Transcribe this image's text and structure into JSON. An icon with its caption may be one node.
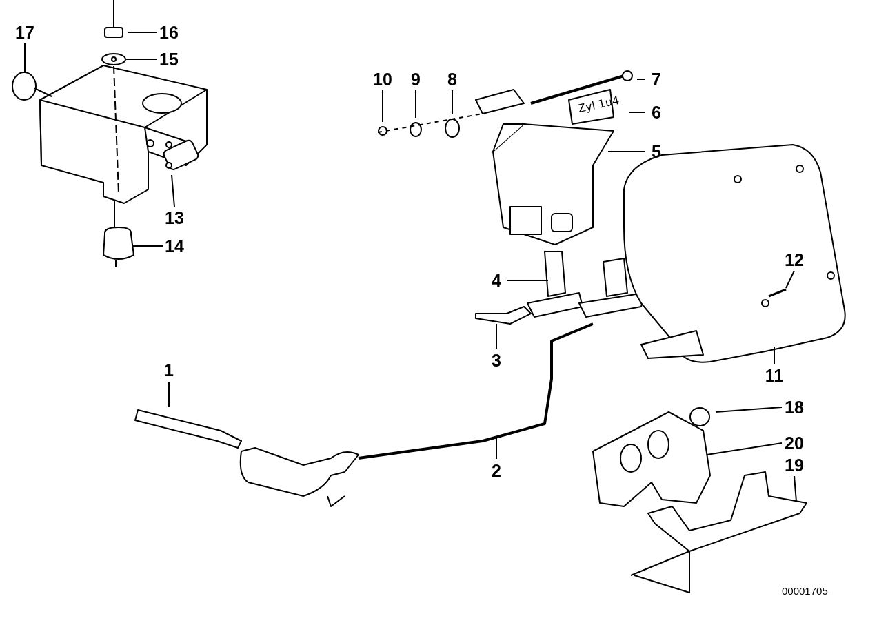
{
  "diagram": {
    "nodes": [
      {
        "text": [
          "1"
        ]
      },
      {
        "text": [
          "2"
        ]
      },
      {
        "text": [
          "3"
        ]
      },
      {
        "text": [
          "4"
        ]
      },
      {
        "text": [
          "5"
        ]
      },
      {
        "text": [
          "6"
        ]
      },
      {
        "text": [
          "7"
        ]
      },
      {
        "text": [
          "8"
        ]
      },
      {
        "text": [
          "9"
        ]
      },
      {
        "text": [
          "10"
        ]
      },
      {
        "text": [
          "11"
        ]
      },
      {
        "text": [
          "12"
        ]
      },
      {
        "text": [
          "13"
        ]
      },
      {
        "text": [
          "14"
        ]
      },
      {
        "text": [
          "15"
        ]
      },
      {
        "text": [
          "16"
        ]
      },
      {
        "text": [
          "17"
        ]
      },
      {
        "text": [
          "18"
        ]
      },
      {
        "text": [
          "19"
        ]
      },
      {
        "text": [
          "20"
        ]
      }
    ],
    "edges": [
      {
        "from": 0,
        "to": null,
        "arrow": "none"
      },
      {
        "from": 1,
        "to": null,
        "arrow": "none"
      },
      {
        "from": 2,
        "to": null,
        "arrow": "none"
      },
      {
        "from": 3,
        "to": null,
        "arrow": "none"
      },
      {
        "from": 4,
        "to": null,
        "arrow": "none"
      },
      {
        "from": 5,
        "to": null,
        "arrow": "none"
      },
      {
        "from": 6,
        "to": null,
        "arrow": "none"
      },
      {
        "from": 7,
        "to": null,
        "arrow": "none"
      },
      {
        "from": 8,
        "to": null,
        "arrow": "none"
      },
      {
        "from": 9,
        "to": null,
        "arrow": "none"
      },
      {
        "from": 10,
        "to": null,
        "arrow": "none"
      },
      {
        "from": 11,
        "to": null,
        "arrow": "none"
      },
      {
        "from": 12,
        "to": null,
        "arrow": "none"
      },
      {
        "from": 13,
        "to": null,
        "arrow": "none"
      },
      {
        "from": 14,
        "to": null,
        "arrow": "none"
      },
      {
        "from": 15,
        "to": null,
        "arrow": "none"
      },
      {
        "from": 16,
        "to": null,
        "arrow": "none"
      },
      {
        "from": 17,
        "to": null,
        "arrow": "none"
      },
      {
        "from": 18,
        "to": null,
        "arrow": "none"
      },
      {
        "from": 19,
        "to": null,
        "arrow": "none"
      }
    ],
    "labels": [
      "Zyl 1u4",
      "00001705"
    ]
  }
}
